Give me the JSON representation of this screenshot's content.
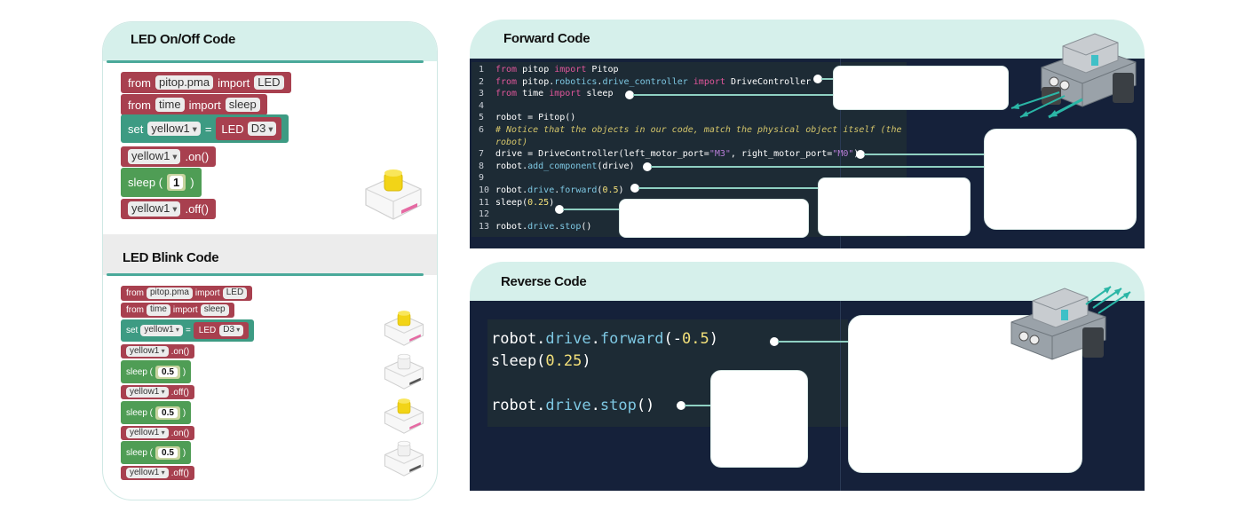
{
  "onoff": {
    "title": "LED On/Off Code",
    "from_kw": "from",
    "module1": "pitop.pma",
    "import_kw": "import",
    "class1": "LED",
    "module2": "time",
    "func2": "sleep",
    "set_kw": "set",
    "var": "yellow1",
    "equals": "=",
    "led_label": "LED",
    "port": "D3",
    "on_call": ".on()",
    "sleep_label": "sleep (",
    "sleep_value": "1",
    "close_paren": ")",
    "off_call": ".off()"
  },
  "blink": {
    "title": "LED Blink Code",
    "sleep_value": "0.5"
  },
  "forward": {
    "title": "Forward Code",
    "lines": [
      {
        "n": "1",
        "parts": [
          {
            "t": "from ",
            "c": "kw"
          },
          {
            "t": "pitop ",
            "c": ""
          },
          {
            "t": "import ",
            "c": "kw"
          },
          {
            "t": "Pitop",
            "c": ""
          }
        ]
      },
      {
        "n": "2",
        "parts": [
          {
            "t": "from ",
            "c": "kw"
          },
          {
            "t": "pitop.",
            "c": ""
          },
          {
            "t": "robotics",
            "c": "at"
          },
          {
            "t": ".",
            "c": ""
          },
          {
            "t": "drive_controller",
            "c": "at"
          },
          {
            "t": " import ",
            "c": "kw"
          },
          {
            "t": "DriveController",
            "c": ""
          }
        ]
      },
      {
        "n": "3",
        "parts": [
          {
            "t": "from ",
            "c": "kw"
          },
          {
            "t": "time ",
            "c": ""
          },
          {
            "t": "import ",
            "c": "kw"
          },
          {
            "t": "sleep",
            "c": ""
          }
        ]
      },
      {
        "n": "4",
        "parts": []
      },
      {
        "n": "5",
        "parts": [
          {
            "t": "robot = Pitop()",
            "c": ""
          }
        ]
      },
      {
        "n": "6",
        "parts": [
          {
            "t": "# Notice that the objects in our code, match the physical object itself (the",
            "c": "cm"
          }
        ]
      },
      {
        "n": "",
        "parts": [
          {
            "t": "robot)",
            "c": "cm"
          }
        ]
      },
      {
        "n": "7",
        "parts": [
          {
            "t": "drive = DriveController(left_motor_port=",
            "c": ""
          },
          {
            "t": "\"M3\"",
            "c": "st"
          },
          {
            "t": ", right_motor_port=",
            "c": ""
          },
          {
            "t": "\"M0\"",
            "c": "st"
          },
          {
            "t": ")",
            "c": ""
          }
        ]
      },
      {
        "n": "8",
        "parts": [
          {
            "t": "robot.",
            "c": ""
          },
          {
            "t": "add_component",
            "c": "at"
          },
          {
            "t": "(drive)",
            "c": ""
          }
        ]
      },
      {
        "n": "9",
        "parts": []
      },
      {
        "n": "10",
        "parts": [
          {
            "t": "robot.",
            "c": ""
          },
          {
            "t": "drive",
            "c": "at"
          },
          {
            "t": ".",
            "c": ""
          },
          {
            "t": "forward",
            "c": "at"
          },
          {
            "t": "(",
            "c": ""
          },
          {
            "t": "0.5",
            "c": "nm"
          },
          {
            "t": ")",
            "c": ""
          }
        ]
      },
      {
        "n": "11",
        "parts": [
          {
            "t": "sleep(",
            "c": ""
          },
          {
            "t": "0.25",
            "c": "nm"
          },
          {
            "t": ")",
            "c": ""
          }
        ]
      },
      {
        "n": "12",
        "parts": []
      },
      {
        "n": "13",
        "parts": [
          {
            "t": "robot.",
            "c": ""
          },
          {
            "t": "drive",
            "c": "at"
          },
          {
            "t": ".",
            "c": ""
          },
          {
            "t": "stop",
            "c": "at"
          },
          {
            "t": "()",
            "c": ""
          }
        ]
      }
    ]
  },
  "reverse": {
    "title": "Reverse Code",
    "lines": [
      {
        "parts": [
          {
            "t": "robot.",
            "c": ""
          },
          {
            "t": "drive",
            "c": "at"
          },
          {
            "t": ".",
            "c": ""
          },
          {
            "t": "forward",
            "c": "at"
          },
          {
            "t": "(-",
            "c": ""
          },
          {
            "t": "0.5",
            "c": "nm"
          },
          {
            "t": ")",
            "c": ""
          }
        ]
      },
      {
        "parts": [
          {
            "t": "sleep(",
            "c": ""
          },
          {
            "t": "0.25",
            "c": "nm"
          },
          {
            "t": ")",
            "c": ""
          }
        ]
      },
      {
        "parts": []
      },
      {
        "parts": [
          {
            "t": "robot.",
            "c": ""
          },
          {
            "t": "drive",
            "c": "at"
          },
          {
            "t": ".",
            "c": ""
          },
          {
            "t": "stop",
            "c": "at"
          },
          {
            "t": "()",
            "c": ""
          }
        ]
      }
    ]
  },
  "colors": {
    "header_bg": "#d6f0eb",
    "code_bg": "#15213a",
    "block_red": "#a8404f",
    "block_green": "#4f9d55",
    "block_teal": "#3d9b83",
    "keyword": "#e0569a",
    "attribute": "#7ec8e3",
    "number": "#f3e07a"
  },
  "icons": {
    "led_lit": "led-module-lit-icon",
    "led_unlit": "led-module-unlit-icon",
    "robot": "pitop-robot-icon"
  }
}
